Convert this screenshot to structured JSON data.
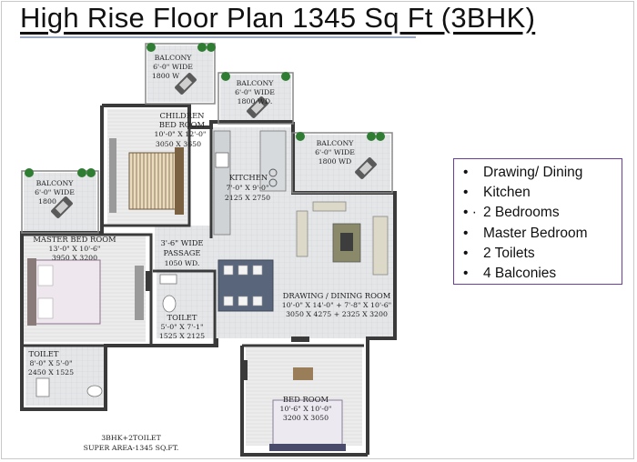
{
  "title": "High Rise Floor Plan 1345 Sq Ft (3BHK)",
  "rooms": {
    "balcony_top_left": {
      "name": "BALCONY",
      "dim1": "6'-0\" WIDE",
      "dim2": "1800 W"
    },
    "balcony_top_mid": {
      "name": "BALCONY",
      "dim1": "6'-0\" WIDE",
      "dim2": "1800 WD."
    },
    "balcony_right": {
      "name": "BALCONY",
      "dim1": "6'-0\" WIDE",
      "dim2": "1800 WD"
    },
    "balcony_left": {
      "name": "BALCONY",
      "dim1": "6'-0\" WIDE",
      "dim2": "1800"
    },
    "children_bedroom": {
      "name1": "CHILDREN",
      "name2": "BED ROOM",
      "dim1": "10'-0\" X 12'-0\"",
      "dim2": "3050 X 3650"
    },
    "kitchen": {
      "name": "KITCHEN",
      "dim1": "7'-0\" X 9'-0\"",
      "dim2": "2125 X 2750"
    },
    "master_bedroom": {
      "name": "MASTER BED ROOM",
      "dim1": "13'-0\" X 10'-6\"",
      "dim2": "3950 X 3200"
    },
    "passage": {
      "name1": "3'-6\" WIDE",
      "name2": "PASSAGE",
      "dim": "1050 WD."
    },
    "toilet_mid": {
      "name": "TOILET",
      "dim1": "5'-0\" X 7'-1\"",
      "dim2": "1525 X 2125"
    },
    "toilet_left": {
      "name": "TOILET",
      "dim1": "8'-0\" X 5'-0\"",
      "dim2": "2450 X 1525"
    },
    "drawing_dining": {
      "name": "DRAWING / DINING ROOM",
      "dim1": "10'-0\" X 14'-0\" + 7'-8\" X 10'-6\"",
      "dim2": "3050 X 4275 + 2325 X 3200"
    },
    "bedroom": {
      "name": "BED ROOM",
      "dim1": "10'-6\" X 10'-0\"",
      "dim2": "3200 X 3050"
    }
  },
  "footer": {
    "line1": "3BHK+2TOILET",
    "line2": "SUPER AREA-1345 SQ.FT."
  },
  "features": [
    {
      "bullet": "•",
      "text": "Drawing/ Dining"
    },
    {
      "bullet": "•",
      "text": "Kitchen"
    },
    {
      "bullet": "• ·",
      "text": "2 Bedrooms"
    },
    {
      "bullet": "•",
      "text": "Master Bedroom"
    },
    {
      "bullet": "•",
      "text": "2 Toilets"
    },
    {
      "bullet": "•",
      "text": "4 Balconies"
    }
  ],
  "colors": {
    "floor_tile": "#dfe1e3",
    "wall": "#3a3a3a",
    "balcony_green": "#2e7d32",
    "feature_border": "#6c3d9a"
  }
}
